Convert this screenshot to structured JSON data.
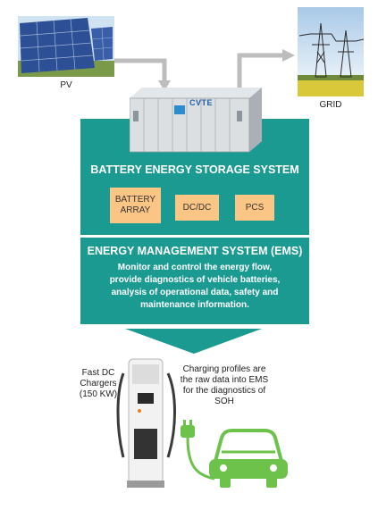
{
  "pv": {
    "label": "PV"
  },
  "grid": {
    "label": "GRID"
  },
  "container": {
    "brand": "CVTE"
  },
  "bess": {
    "title": "BATTERY ENERGY STORAGE SYSTEM",
    "modules": [
      {
        "line1": "BATTERY",
        "line2": "ARRAY"
      },
      {
        "line1": "DC/DC"
      },
      {
        "line1": "PCS"
      }
    ]
  },
  "ems": {
    "title": "ENERGY MANAGEMENT SYSTEM (EMS)",
    "lines": [
      "Monitor and control the energy flow,",
      "provide diagnostics of vehicle batteries,",
      "analysis of operational data, safety and",
      "maintenance information."
    ]
  },
  "charger": {
    "lines": [
      "Fast DC",
      "Chargers",
      "(150 KW)"
    ]
  },
  "profiles": {
    "lines": [
      "Charging profiles are",
      "the raw data into  EMS",
      "for the diagnostics of",
      "SOH"
    ]
  },
  "colors": {
    "teal": "#1b9a92",
    "orange": "#fbc585",
    "arrow_gray": "#bdbdbd",
    "ev_green": "#6cc24a"
  }
}
